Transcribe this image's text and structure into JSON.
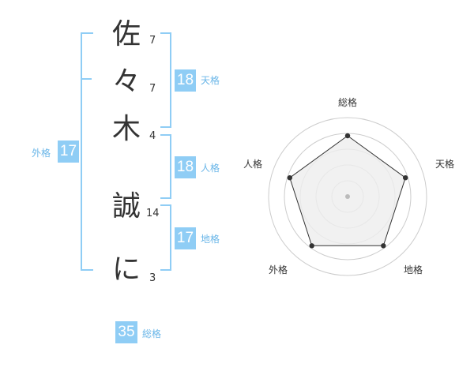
{
  "name": {
    "chars": [
      {
        "char": "佐",
        "strokes": "7"
      },
      {
        "char": "々",
        "strokes": "7"
      },
      {
        "char": "木",
        "strokes": "4"
      },
      {
        "char": "誠",
        "strokes": "14"
      },
      {
        "char": "に",
        "strokes": "3"
      }
    ]
  },
  "kakusu": {
    "tenkaku": {
      "value": "18",
      "label": "天格"
    },
    "jinkaku": {
      "value": "18",
      "label": "人格"
    },
    "chikaku": {
      "value": "17",
      "label": "地格"
    },
    "gaikaku": {
      "value": "17",
      "label": "外格"
    },
    "soukaku": {
      "value": "35",
      "label": "総格"
    }
  },
  "radar": {
    "axes": [
      "総格",
      "天格",
      "地格",
      "外格",
      "人格"
    ],
    "values": [
      0.77,
      0.77,
      0.77,
      0.77,
      0.77
    ],
    "rings": 5,
    "fill_color": "#eeeeee",
    "line_color": "#333333",
    "ring_color": "#cccccc"
  },
  "colors": {
    "accent": "#8fcdf5",
    "accent_text": "#6ab6e8"
  }
}
